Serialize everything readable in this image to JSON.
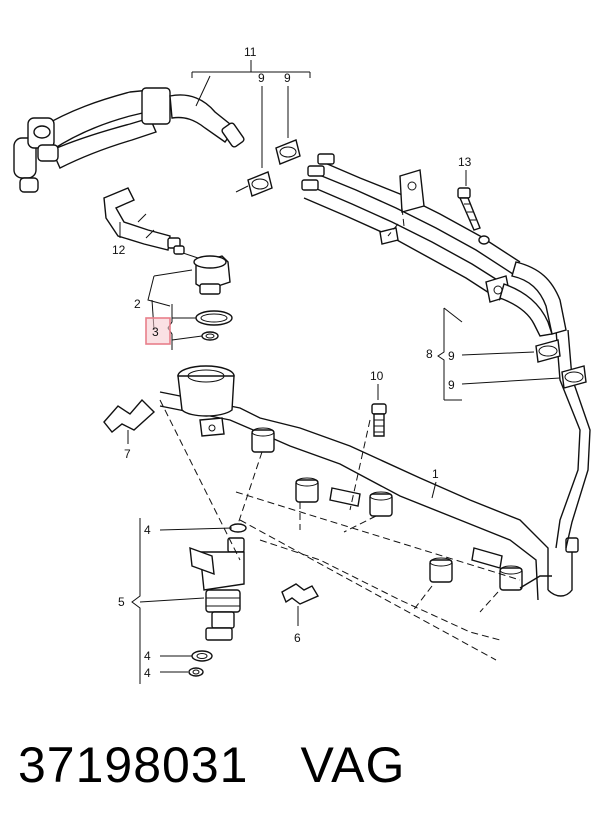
{
  "callouts": {
    "c1": "1",
    "c2": "2",
    "c3": "3",
    "c4a": "4",
    "c4b": "4",
    "c4c": "4",
    "c5": "5",
    "c6": "6",
    "c7": "7",
    "c8": "8",
    "c9a": "9",
    "c9b": "9",
    "c9c": "9",
    "c9d": "9",
    "c10": "10",
    "c11": "11",
    "c12": "12",
    "c13": "13"
  },
  "highlight": {
    "part": "3",
    "color": "#e87f8a"
  },
  "footer": {
    "part_number": "37198031",
    "brand": "VAG"
  }
}
